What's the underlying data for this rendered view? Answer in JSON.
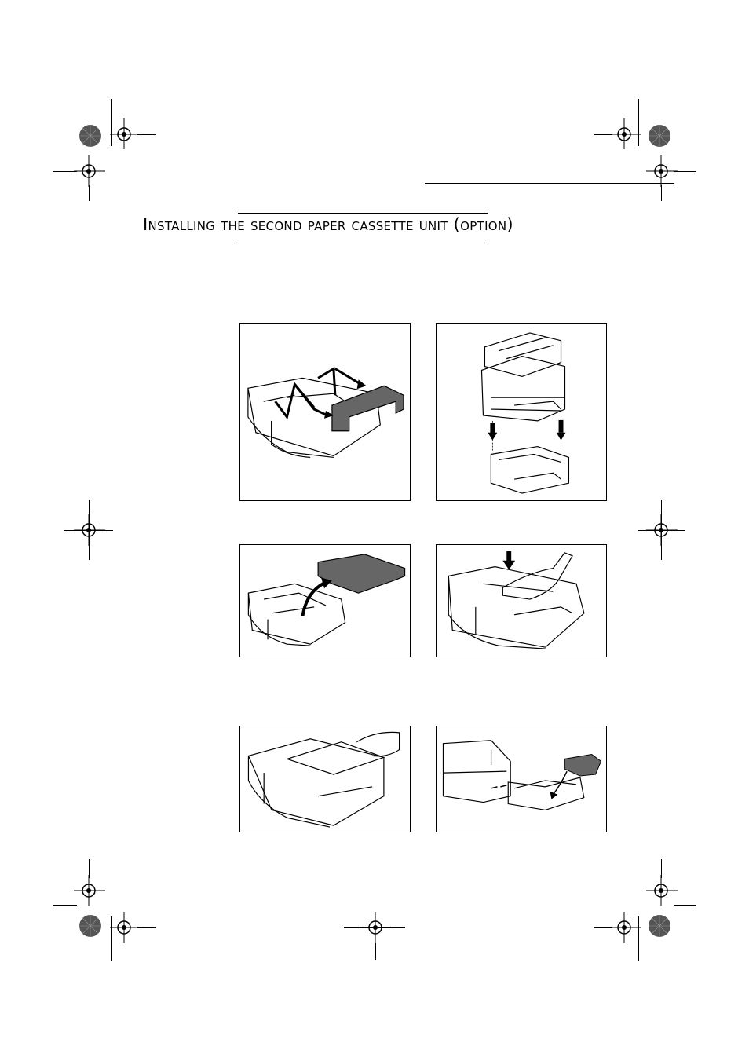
{
  "page": {
    "title": "Installing the second paper cassette unit (option)"
  },
  "illustrations": [
    {
      "icon": "cassette-cover-removal-illustration"
    },
    {
      "icon": "printer-on-cassette-unit-illustration"
    },
    {
      "icon": "cassette-lid-removal-illustration"
    },
    {
      "icon": "press-paper-plate-illustration"
    },
    {
      "icon": "load-paper-illustration"
    },
    {
      "icon": "insert-cassette-illustration"
    }
  ],
  "colors": {
    "ink": "#000000",
    "grey-swatch": "#555555",
    "lid-grey": "#666666"
  }
}
